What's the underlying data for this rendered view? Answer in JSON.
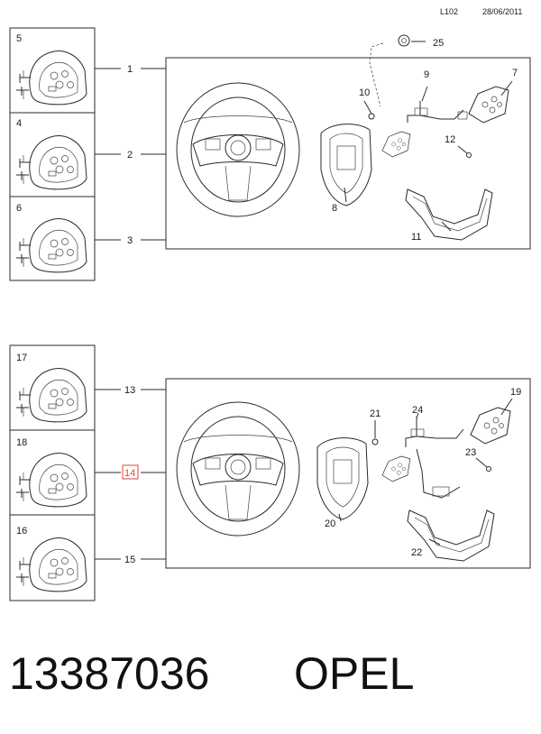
{
  "header": {
    "code": "L102",
    "date": "28/06/2011"
  },
  "group1": {
    "thumbs": [
      "5",
      "4",
      "6"
    ],
    "leaders": [
      "1",
      "2",
      "3"
    ],
    "parts": [
      "25",
      "9",
      "7",
      "10",
      "12",
      "8",
      "11"
    ]
  },
  "group2": {
    "thumbs": [
      "17",
      "18",
      "16"
    ],
    "leaders": [
      "13",
      "14",
      "15"
    ],
    "parts": [
      "19",
      "21",
      "24",
      "23",
      "20",
      "22"
    ]
  },
  "highlight_color": "#e0403a",
  "footer": {
    "part_number": "13387036",
    "brand": "OPEL"
  }
}
